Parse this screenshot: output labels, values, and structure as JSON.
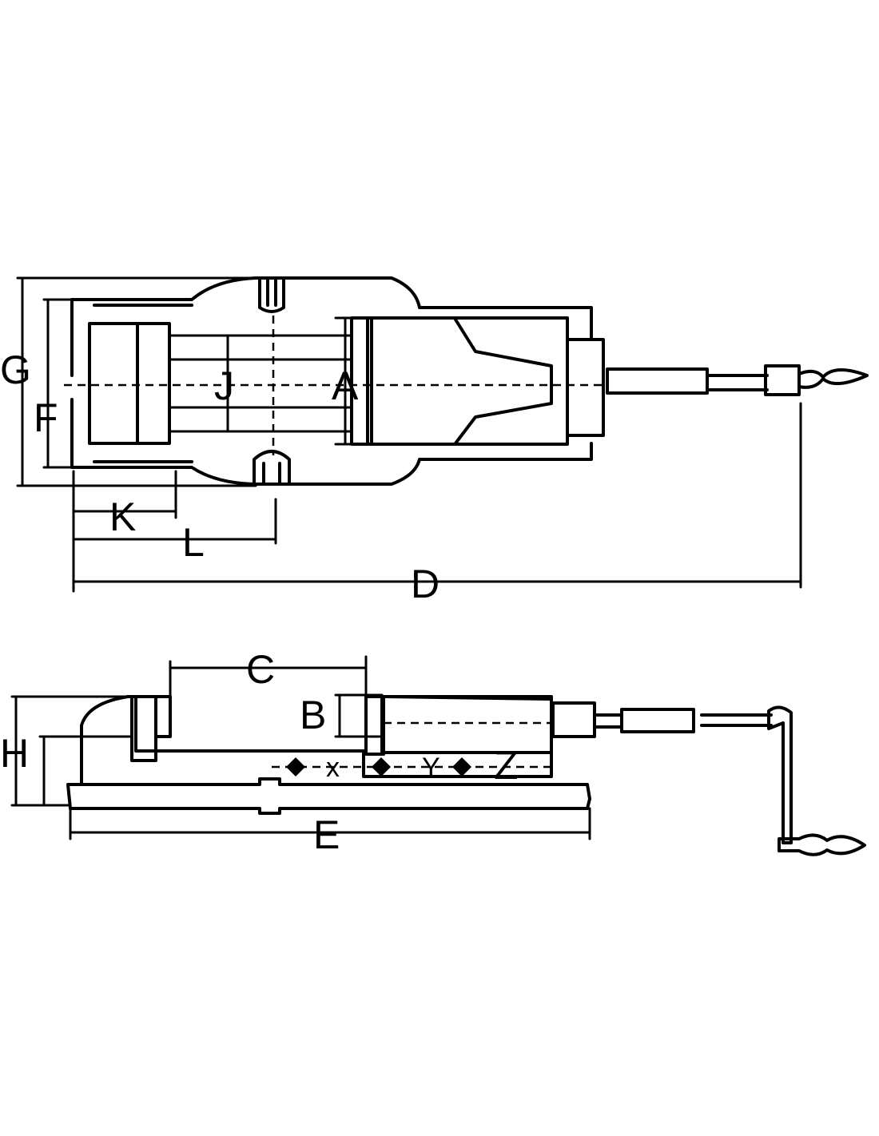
{
  "top_view": {
    "labels": {
      "G": "G",
      "F": "F",
      "J": "J",
      "A": "A",
      "K": "K",
      "L": "L",
      "D": "D"
    }
  },
  "side_view": {
    "labels": {
      "C": "C",
      "B": "B",
      "H": "H",
      "E": "E",
      "x": "x",
      "y": "Y",
      "z": "Z"
    }
  }
}
